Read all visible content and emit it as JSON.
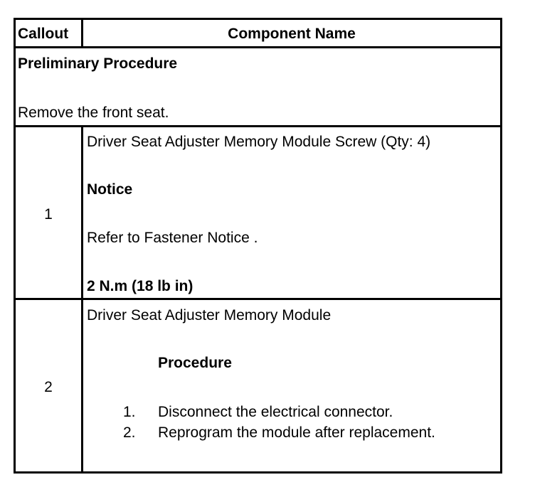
{
  "header": {
    "callout_label": "Callout",
    "component_label": "Component Name"
  },
  "preliminary": {
    "title": "Preliminary Procedure",
    "text": "Remove the front seat."
  },
  "rows": [
    {
      "callout": "1",
      "component": "Driver Seat Adjuster Memory Module Screw (Qty: 4)",
      "notice_title": "Notice",
      "notice_text": "Refer to Fastener Notice .",
      "spec": "2 N.m (18 lb in)"
    },
    {
      "callout": "2",
      "component": "Driver Seat Adjuster Memory Module",
      "procedure_title": "Procedure",
      "steps": [
        {
          "num": "1.",
          "text": "Disconnect the electrical connector."
        },
        {
          "num": "2.",
          "text": "Reprogram the module after replacement."
        }
      ]
    }
  ]
}
